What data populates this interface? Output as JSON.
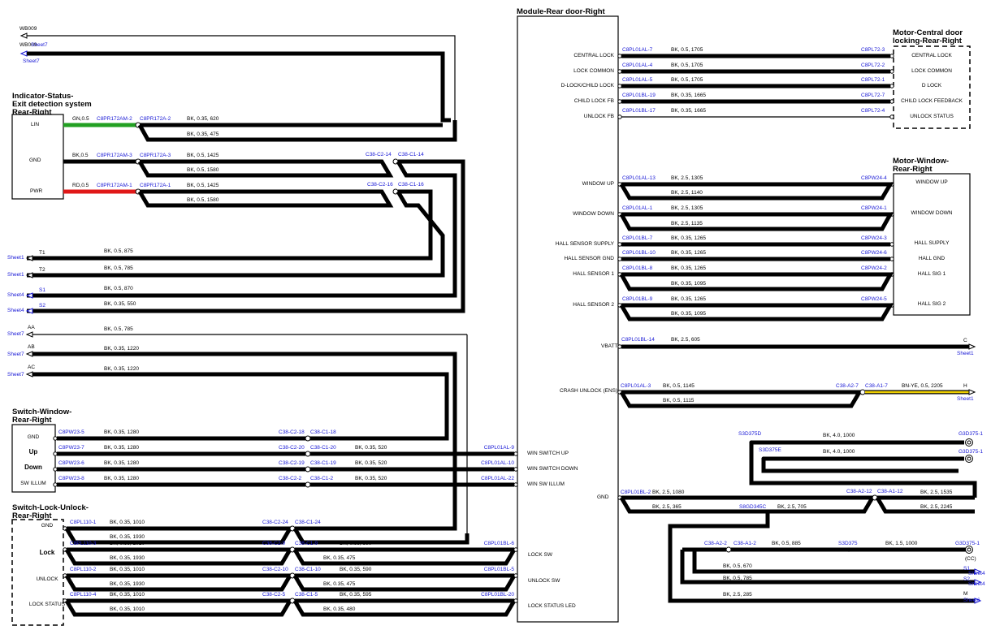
{
  "components": {
    "module_title": "Module-Rear door-Right",
    "indicator_title": [
      "Indicator-Status-",
      "Exit detection system",
      "Rear-Right"
    ],
    "motor_lock_title": [
      "Motor-Central door",
      "locking-Rear-Right"
    ],
    "motor_window_title": [
      "Motor-Window-",
      "Rear-Right"
    ],
    "switch_window_title": [
      "Switch-Window-",
      "Rear-Right"
    ],
    "switch_lock_title": [
      "Switch-Lock-Unlock-",
      "Rear-Right"
    ]
  },
  "offpage": {
    "wb009": "WB009",
    "wb009_sheet": "Sheet7",
    "t1": "T1",
    "t1_sheet": "Sheet1",
    "t2": "T2",
    "t2_sheet": "Sheet1",
    "s1": "S1",
    "s1_sheet": "Sheet4",
    "s2": "S2",
    "s2_sheet": "Sheet4",
    "aa": "AA",
    "aa_sheet": "Sheet7",
    "ab": "AB",
    "ab_sheet": "Sheet7",
    "ac": "AC",
    "ac_sheet": "Sheet7",
    "c": "C",
    "c_sheet": "Sheet1",
    "h": "H",
    "h_sheet": "Sheet1",
    "rs1": "S1",
    "rs1_sheet": "Sheet4",
    "rs2": "S2",
    "rs2_sheet": "Sheet4",
    "m": "M",
    "m_sheet": "Sheet6"
  },
  "indicator": {
    "pins": [
      "LIN",
      "GND",
      "PWR"
    ],
    "wires": [
      {
        "spec": "GN,0.5",
        "conn_a": "C8PR172AM-2",
        "conn_b": "C8PR172A-2",
        "color": "#22a022"
      },
      {
        "spec": "BK,0.5",
        "conn_a": "C8PR172AM-3",
        "conn_b": "C8PR172A-3",
        "color": "#000000"
      },
      {
        "spec": "RD,0.5",
        "conn_a": "C8PR172AM-1",
        "conn_b": "C8PR172A-1",
        "color": "#e01818"
      }
    ],
    "specs": [
      "BK, 0.35, 620",
      "BK, 0.35, 475",
      "BK, 0.5, 1425",
      "BK, 0.5, 1580",
      "BK, 0.5, 1425",
      "BK, 0.5, 1580"
    ],
    "splices": [
      "C38-C2-14",
      "C38-C1-14",
      "C38-C2-16",
      "C38-C1-16"
    ]
  },
  "left_offpage_wires": [
    "BK, 0.5, 875",
    "BK, 0.5, 785",
    "BK, 0.5, 870",
    "BK, 0.35, 550",
    "BK, 0.5, 785",
    "BK, 0.35, 1220",
    "BK, 0.35, 1220"
  ],
  "motor_lock": {
    "module_pins": [
      "CENTRAL LOCK",
      "LOCK COMMON",
      "D-LOCK/CHILD LOCK",
      "CHILD LOCK FB",
      "UNLOCK FB"
    ],
    "conn_module": [
      "C8PL01AL-7",
      "C8PL01AL-4",
      "C8PL01AL-5",
      "C8PL01BL-19",
      "C8PL01BL-17"
    ],
    "specs": [
      "BK, 0.5, 1705",
      "BK, 0.5, 1705",
      "BK, 0.5, 1705",
      "BK, 0.35, 1665",
      "BK, 0.35, 1665"
    ],
    "conn_motor": [
      "C8PL72-3",
      "C8PL72-2",
      "C8PL72-1",
      "C8PL72-7",
      "C8PL72-4"
    ],
    "motor_pins": [
      "CENTRAL LOCK",
      "LOCK COMMON",
      "D LOCK",
      "CHILD LOCK FEEDBACK",
      "UNLOCK STATUS"
    ]
  },
  "motor_window": {
    "module_pins": [
      "WINDOW UP",
      "WINDOW DOWN",
      "HALL SENSOR SUPPLY",
      "HALL SENSOR GND",
      "HALL SENSOR 1",
      "HALL SENSOR 2"
    ],
    "conn_module": [
      "C8PL01AL-13",
      "C8PL01AL-1",
      "C8PL01BL-7",
      "C8PL01BL-10",
      "C8PL01BL-8",
      "C8PL01BL-9"
    ],
    "specs": [
      "BK, 2.5, 1305",
      "BK, 2.5, 1140",
      "BK, 2.5, 1305",
      "BK, 2.5, 1135",
      "BK, 0.35, 1265",
      "BK, 0.35, 1265",
      "BK, 0.35, 1265",
      "BK, 0.35, 1095",
      "BK, 0.35, 1265",
      "BK, 0.35, 1095"
    ],
    "conn_motor": [
      "C8PW24-4",
      "C8PW24-1",
      "C8PW24-3",
      "C8PW24-6",
      "C8PW24-2",
      "C8PW24-5"
    ],
    "motor_pins": [
      "WINDOW UP",
      "WINDOW DOWN",
      "HALL SUPPLY",
      "HALL GND",
      "HALL SIG 1",
      "HALL SIG 2"
    ]
  },
  "vbatt": {
    "pin": "VBATT",
    "conn": "C8PL01BL-14",
    "spec": "BK, 2.5, 605"
  },
  "crash": {
    "pin": "CRASH UNLOCK (ENS)",
    "conn": "C8PL01AL-3",
    "spec1": "BK, 0.5, 1145",
    "spec2": "BK, 0.5, 1115",
    "splice_a": "C38-A2-7",
    "splice_b": "C38-A1-7",
    "spec3": "BN-YE, 0.5, 2205",
    "color": "#f0d000"
  },
  "ground": {
    "pin": "GND",
    "conn": "C8PL01BL-2",
    "spec1": "BK, 2.5, 1080",
    "spec2": "BK, 2.5, 365",
    "s3d375d": "S3D375D",
    "spec_d": "BK, 4.0, 1000",
    "g1": "G3D375-1",
    "s3d375e": "S3D375E",
    "spec_e": "BK, 4.0, 1000",
    "g2": "G3D375-1",
    "splice_a": "C38-A2-12",
    "splice_b": "C38-A1-12",
    "spec3": "BK, 2.5, 1535",
    "spec4": "BK, 2.5, 2245",
    "s8gd345c": "S8GD345C",
    "spec5": "BK, 2.5, 705",
    "splice_c": "C38-A2-2",
    "splice_d": "C38-A1-2",
    "spec6": "BK, 0.5, 885",
    "s3d375": "S3D375",
    "spec7": "BK, 1.5, 1000",
    "g3": "G3D375-1",
    "cc": "(CC)",
    "spec8": "BK, 0.5, 670",
    "spec9": "BK, 0.5, 785",
    "spec10": "BK, 2.5, 285"
  },
  "switch_window": {
    "pins": [
      "GND",
      "Up",
      "Down",
      "SW ILLUM"
    ],
    "conns": [
      "C8PW23-5",
      "C8PW23-7",
      "C8PW23-6",
      "C8PW23-8"
    ],
    "specs": [
      "BK, 0.35, 1280",
      "BK, 0.35, 1280",
      "BK, 0.35, 1280",
      "BK, 0.35, 1280"
    ],
    "splices_a": [
      "C38-C2-18",
      "C38-C2-20",
      "C38-C2-19",
      "C38-C2-2"
    ],
    "splices_b": [
      "C38-C1-18",
      "C38-C1-20",
      "C38-C1-19",
      "C38-C1-2"
    ],
    "specs2": [
      "BK, 0.35, 520",
      "BK, 0.35, 520",
      "BK, 0.35, 520"
    ],
    "conn_module": [
      "C8PL01AL-9",
      "C8PL01AL-10",
      "C8PL01AL-22"
    ],
    "module_pins": [
      "WIN SWITCH UP",
      "WIN SWITCH DOWN",
      "WIN SW ILLUM"
    ]
  },
  "switch_lock": {
    "pins": [
      "GND",
      "Lock",
      "UNLOCK",
      "LOCK STATUS"
    ],
    "conns": [
      "C8PL110-1",
      "C8PL110-3",
      "C8PL110-2",
      "C8PL110-4"
    ],
    "specs_top": [
      "BK, 0.35, 1010",
      "BK, 0.35, 1010",
      "BK, 0.35, 1010",
      "BK, 0.35, 1010"
    ],
    "specs_bot": [
      "BK, 0.35, 1930",
      "BK, 0.35, 1930",
      "BK, 0.35, 1930",
      "BK, 0.35, 1010"
    ],
    "splices_a": [
      "C38-C2-24",
      "C38-C2-9",
      "C38-C2-10",
      "C38-C2-5"
    ],
    "splices_b": [
      "C38-C1-24",
      "C38-C1-9",
      "C38-C1-10",
      "C38-C1-5"
    ],
    "specs2_top": [
      "BK, 0.35, 590",
      "BK, 0.35, 590",
      "BK, 0.35, 595"
    ],
    "specs2_bot": [
      "BK, 0.35, 475",
      "BK, 0.35, 475",
      "BK, 0.35, 480"
    ],
    "conn_module": [
      "C8PL01BL-6",
      "C8PL01BL-5",
      "C8PL01BL-20"
    ],
    "module_pins": [
      "LOCK SW",
      "UNLOCK SW",
      "LOCK STATUS LED"
    ]
  }
}
